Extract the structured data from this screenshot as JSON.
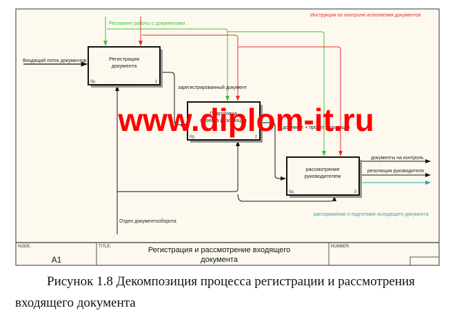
{
  "diagram": {
    "boxes": [
      {
        "title_line1": "Регистрация",
        "title_line2": "документа",
        "cost": "0р.",
        "number": "1"
      },
      {
        "title_line1": "Подготовка",
        "title_line2": "проекта резолюции",
        "cost": "0р.",
        "number": "2"
      },
      {
        "title_line1": "рассмотрение",
        "title_line2": "руководителем",
        "cost": "0р.",
        "number": "3"
      }
    ],
    "arrows": {
      "input": "Входящий поток документов",
      "control_green": "Регламент работы с документами",
      "control_red": "Инструкция по контролю исполнения документов",
      "out1": "зарегистрированный документ",
      "out2": "документ + проект резолюции",
      "out3a": "документы на контроль",
      "out3b": "резолюция руководителя",
      "out3c": "распоряжение о подготовке исходящего документа",
      "mechanism": "Отдел документооборота"
    },
    "colors": {
      "green": "#3cc43c",
      "red": "#e83030",
      "teal": "#2aa8a8",
      "background": "#fdf9ef"
    },
    "title_block": {
      "node_label": "NODE:",
      "node_value": "A1",
      "title_label": "TITLE:",
      "title_line1": "Регистрация и  рассмотрение  входящего",
      "title_line2": "документа",
      "number_label": "NUMBER:"
    },
    "watermark": "www.diplom-it.ru"
  },
  "caption": {
    "line1": "Рисунок 1.8 Декомпозиция процесса регистрации и рассмотрения",
    "line2": "входящего документа"
  }
}
